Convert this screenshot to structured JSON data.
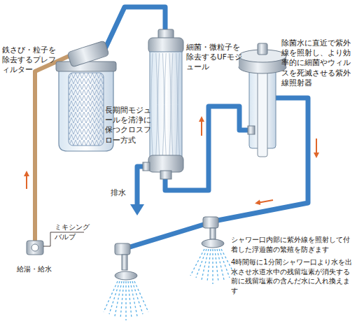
{
  "diagram": {
    "labels": [
      "鉄さび・粒子を除去するプレフィルター",
      "細菌・微粒子を除去するUFモジュール",
      "除菌水に直近で紫外線を照射し、より効率的に細菌やウィルスを死滅させる紫外線照射器",
      "長期間モジュールを清浄に保つクロスフロー方式",
      "排水",
      "ミキシングバルブ",
      "給湯・給水",
      "シャワー口内部に紫外線を照射して付着した浮遊菌の繁殖を防ぎます",
      "4時間毎に1分間シャワー口より水を出水させ水道水中の残留塩素が消失する前に残留塩素の含んだ水に入れ換えます"
    ]
  }
}
